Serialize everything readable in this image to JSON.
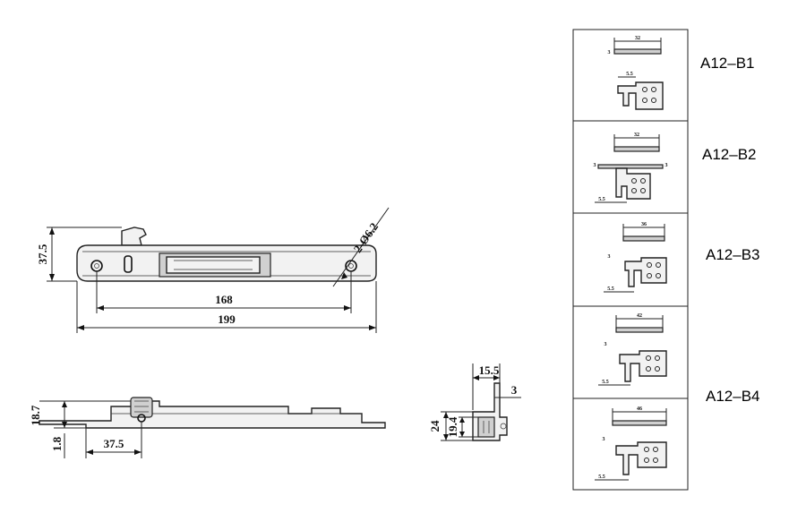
{
  "front_view": {
    "dim_height": "37.5",
    "dim_hole_spacing": "168",
    "dim_length": "199",
    "dim_holes": "2-Ø6.2"
  },
  "side_view": {
    "dim_height": "18.7",
    "dim_thickness": "1.8",
    "dim_offset": "37.5"
  },
  "end_view": {
    "dim_width": "15.5",
    "dim_lip": "3",
    "dim_height": "24",
    "dim_inner": "19.4"
  },
  "variants": [
    {
      "label": "A12–B1",
      "dim_length": "32",
      "dim_thick": "3",
      "dim_hook": "5.5"
    },
    {
      "label": "A12–B2",
      "dim_length": "32",
      "dim_thick": "3",
      "dim_thick_right": "3",
      "dim_hook": "5.5"
    },
    {
      "label": "A12–B3",
      "dim_length": "36",
      "dim_thick": "3",
      "dim_hook": "5.5"
    },
    {
      "label": "A12–B4",
      "dim_length": "42",
      "dim_thick": "3",
      "dim_hook": "5.5"
    },
    {
      "dim_length": "46",
      "dim_thick": "3",
      "dim_hook": "5.5"
    }
  ]
}
